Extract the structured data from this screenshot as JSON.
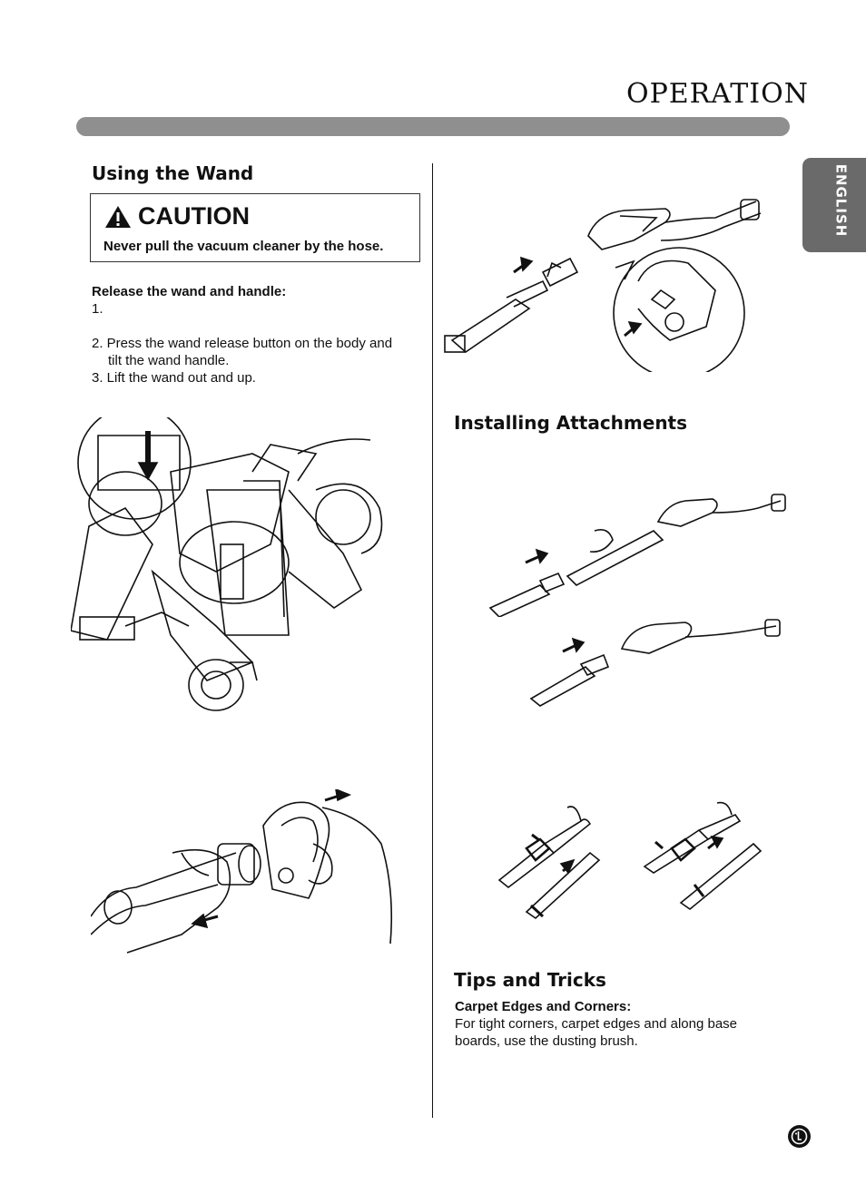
{
  "header": {
    "title": "OPERATION",
    "language_tab": "ENGLISH"
  },
  "left": {
    "section_title": "Using the Wand",
    "caution": {
      "title": "CAUTION",
      "text": "Never pull the vacuum cleaner by the hose."
    },
    "release_heading": "Release the wand and handle:",
    "steps": [
      "1.",
      "2. Press the wand release button on the body and",
      "tilt the wand handle.",
      "3. Lift the wand out and up."
    ]
  },
  "right": {
    "attachments_title": "Installing Attachments",
    "tips_title": "Tips and Tricks",
    "tips_subtitle": "Carpet Edges and Corners:",
    "tips_lines": [
      "For tight corners, carpet edges and along base",
      "boards, use the dusting brush."
    ]
  },
  "icons": {
    "warning": "warning-triangle-icon",
    "brand": "lg-logo-icon"
  },
  "colors": {
    "bar": "#8f8f8f",
    "tab": "#6a6a6a"
  }
}
